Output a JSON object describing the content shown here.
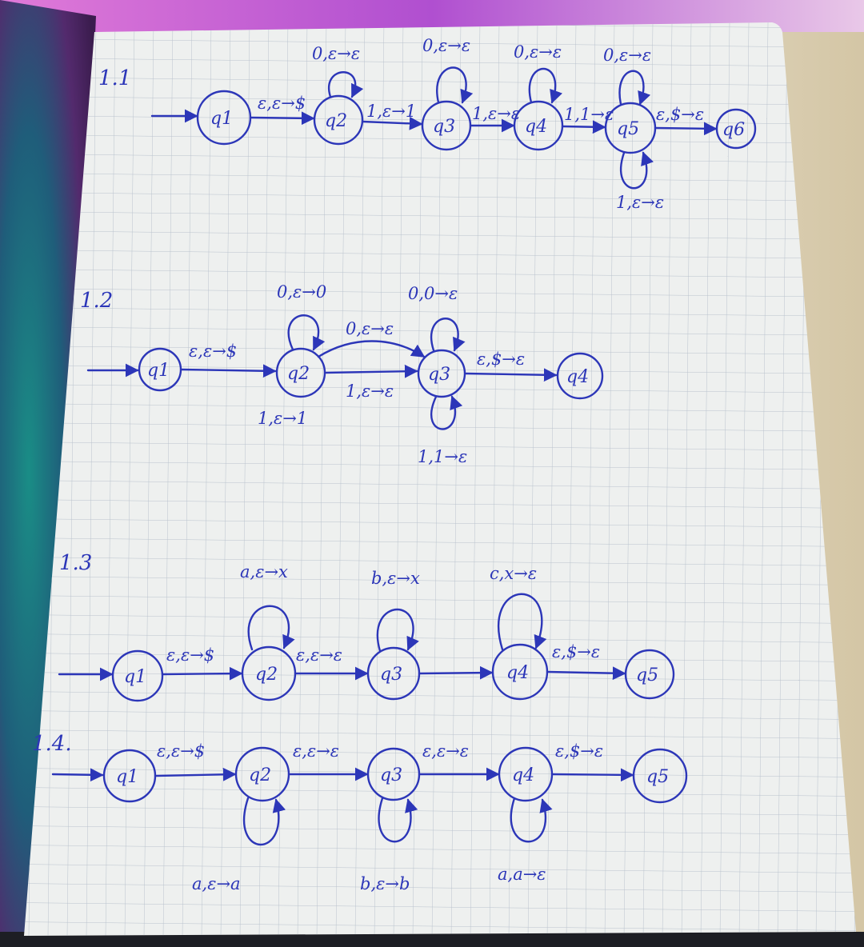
{
  "photo": {
    "subject": "notebook page with hand-drawn pushdown automata",
    "ink_color": "#2c36b8",
    "paper_color": "#eef0ef",
    "grid_color": "#b9c2cd"
  },
  "diagrams": [
    {
      "label": "1.1",
      "states": [
        "q1",
        "q2",
        "q3",
        "q4",
        "q5",
        "q6"
      ],
      "transitions": [
        {
          "text": "ε,ε→$"
        },
        {
          "text": "1,ε→1"
        },
        {
          "text": "1,ε→ε"
        },
        {
          "text": "1,1→ε"
        },
        {
          "text": "ε,$→ε"
        }
      ],
      "loops": [
        {
          "text": "0,ε→ε"
        },
        {
          "text": "0,ε→ε"
        },
        {
          "text": "0,ε→ε"
        },
        {
          "text": "0,ε→ε"
        },
        {
          "text": "1,ε→ε"
        }
      ]
    },
    {
      "label": "1.2",
      "states": [
        "q1",
        "q2",
        "q3",
        "q4"
      ],
      "transitions": [
        {
          "text": "ε,ε→$"
        },
        {
          "text": "0,ε→ε"
        },
        {
          "text": "1,ε→ε"
        },
        {
          "text": "ε,$→ε"
        }
      ],
      "loops": [
        {
          "text": "0,ε→0"
        },
        {
          "text": "1,ε→1"
        },
        {
          "text": "0,0→ε"
        },
        {
          "text": "1,1→ε"
        }
      ]
    },
    {
      "label": "1.3",
      "states": [
        "q1",
        "q2",
        "q3",
        "q4",
        "q5"
      ],
      "transitions": [
        {
          "text": "ε,ε→$"
        },
        {
          "text": "ε,ε→ε"
        },
        {
          "text": "ε,$→ε"
        }
      ],
      "loops": [
        {
          "text": "a,ε→x"
        },
        {
          "text": "b,ε→x"
        },
        {
          "text": "c,x→ε"
        }
      ]
    },
    {
      "label": "1.4.",
      "states": [
        "q1",
        "q2",
        "q3",
        "q4",
        "q5"
      ],
      "transitions": [
        {
          "text": "ε,ε→$"
        },
        {
          "text": "ε,ε→ε"
        },
        {
          "text": "ε,ε→ε"
        },
        {
          "text": "ε,$→ε"
        }
      ],
      "loops": [
        {
          "text": "a,ε→a"
        },
        {
          "text": "b,ε→b"
        },
        {
          "text": "a,a→ε"
        }
      ]
    }
  ]
}
